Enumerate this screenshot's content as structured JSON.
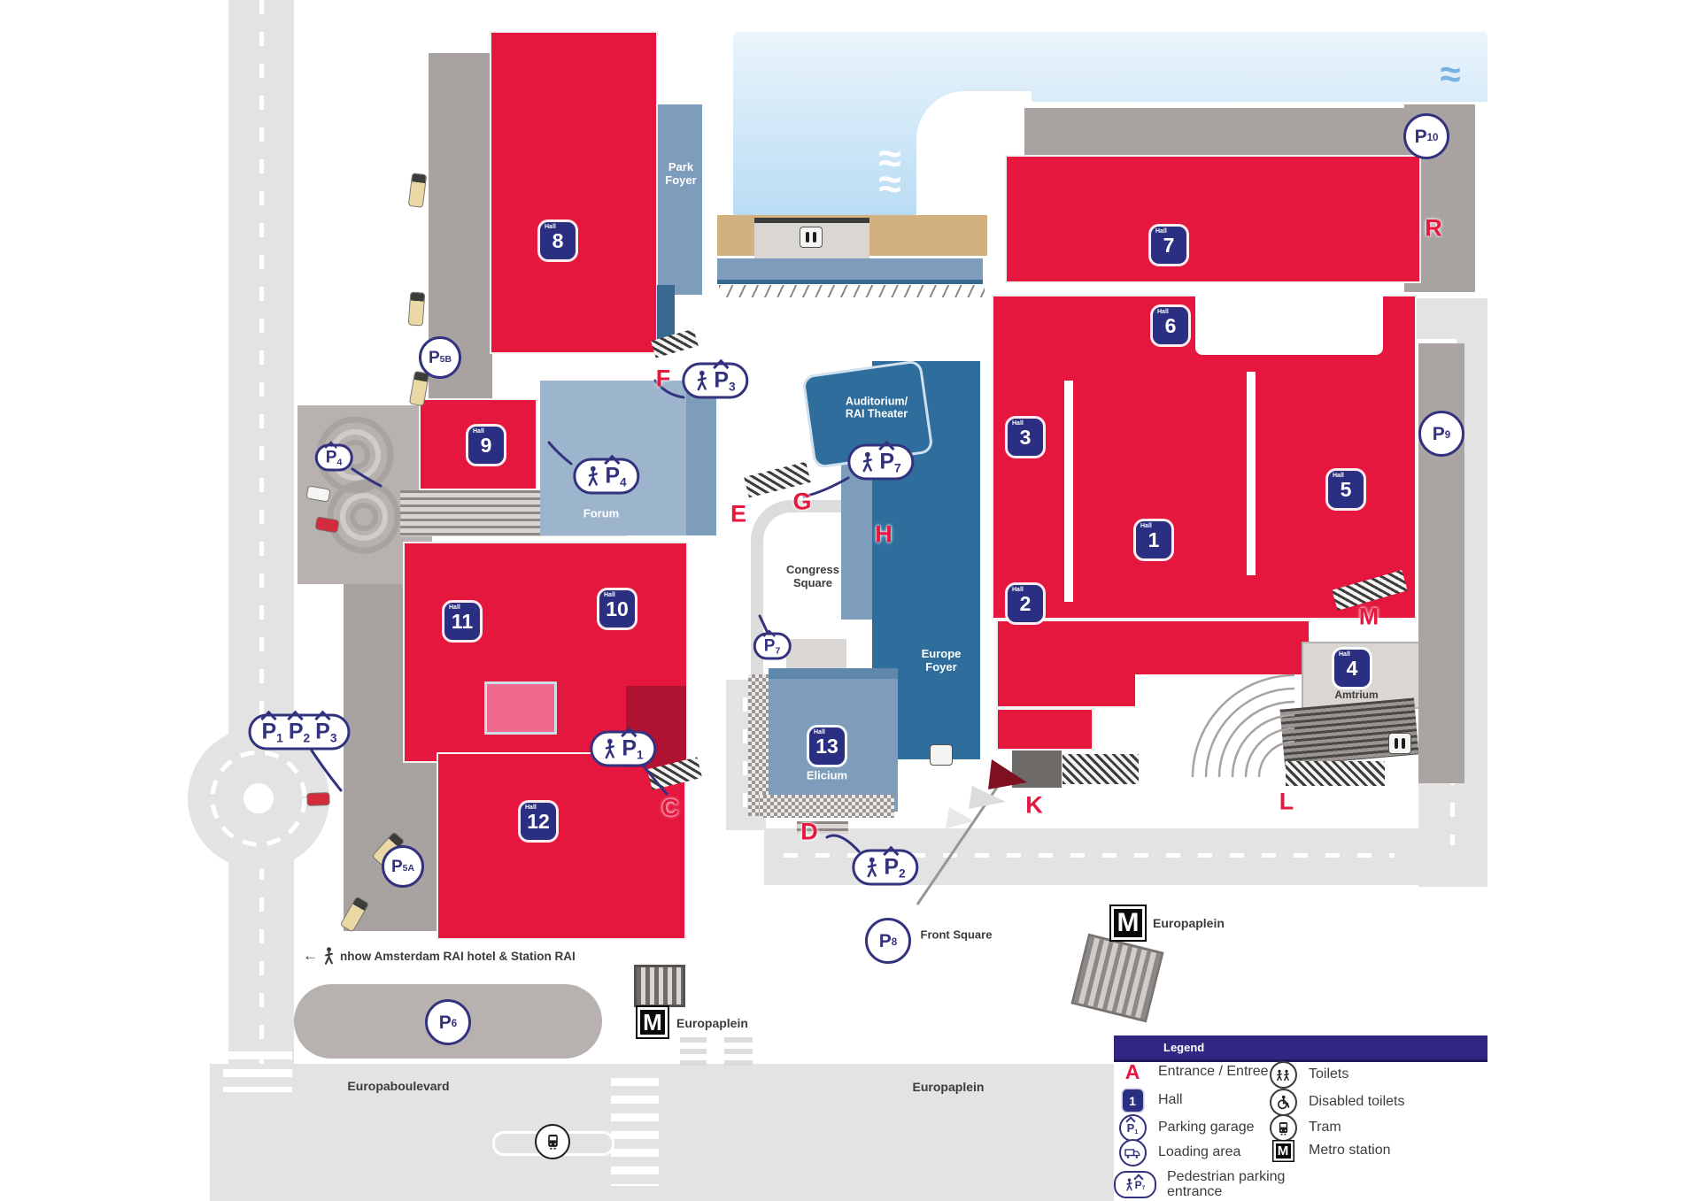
{
  "icons": {
    "wave": "≈",
    "wave_double": "≈\n≈",
    "arrow_left": "←"
  },
  "halls": {
    "word": "Hall",
    "h1": "1",
    "h2": "2",
    "h3": "3",
    "h4": "4",
    "h5": "5",
    "h6": "6",
    "h7": "7",
    "h8": "8",
    "h9": "9",
    "h10": "10",
    "h11": "11",
    "h12": "12",
    "h13": "13"
  },
  "entrances": {
    "c": "C",
    "d": "D",
    "e": "E",
    "f": "F",
    "g": "G",
    "h": "H",
    "k": "K",
    "l": "L",
    "m": "M",
    "r": "R"
  },
  "parking": {
    "p1": {
      "main": "P",
      "sub": "1"
    },
    "p2": {
      "main": "P",
      "sub": "2"
    },
    "p3": {
      "main": "P",
      "sub": "3"
    },
    "p4": {
      "main": "P",
      "sub": "4"
    },
    "p5a": {
      "main": "P",
      "sub": "5A"
    },
    "p5b": {
      "main": "P",
      "sub": "5B"
    },
    "p6": {
      "main": "P",
      "sub": "6"
    },
    "p7": {
      "main": "P",
      "sub": "7"
    },
    "p8": {
      "main": "P",
      "sub": "8"
    },
    "p9": {
      "main": "P",
      "sub": "9"
    },
    "p10": {
      "main": "P",
      "sub": "10"
    }
  },
  "areas": {
    "park_foyer": "Park\nFoyer",
    "forum": "Forum",
    "auditorium": "Auditorium/\nRAI Theater",
    "congress_square": "Congress\nSquare",
    "europe_foyer": "Europe\nFoyer",
    "elicium": "Elicium",
    "amtrium": "Amtrium",
    "front_square": "Front Square"
  },
  "streets": {
    "europaboulevard": "Europaboulevard",
    "europaplein": "Europaplein"
  },
  "metro": {
    "m": "M",
    "station_bottom": "Europaplein",
    "station_right": "Europaplein"
  },
  "note": {
    "arrow": "←",
    "text": "nhow Amsterdam RAI hotel & Station RAI"
  },
  "legend": {
    "title": "Legend",
    "entrance_icon": "A",
    "hall_icon": "1",
    "rows_left": [
      "Entrance / Entree",
      "Hall",
      "Parking garage",
      "Loading area",
      "Pedestrian parking entrance"
    ],
    "rows_right": [
      "Toilets",
      "Disabled toilets",
      "Tram",
      "Metro station"
    ]
  },
  "colors": {
    "hall_red": "#e5173f",
    "entrance_red": "#e8173f",
    "badge_navy": "#2b2f82",
    "indigo_outline": "#32327f",
    "dark_blue": "#2e6d9c",
    "steel_blue": "#7e9cbb",
    "water_blue": "#cfe7f7",
    "tan": "#d3b080",
    "building_gray": "#a8a3a1",
    "road_gray": "#e3e3e3",
    "legend_purple": "#312783"
  }
}
